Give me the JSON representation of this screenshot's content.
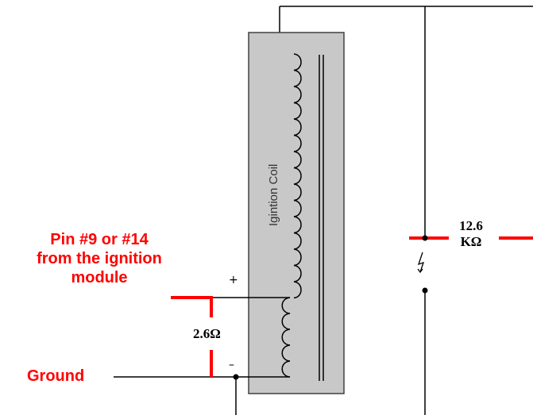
{
  "labels": {
    "pin_source": [
      "Pin #9 or #14",
      "from the ignition",
      "module"
    ],
    "ground": "Ground",
    "coil_name": "Igintion Coil",
    "primary_resistance": "2.6Ω",
    "secondary_resistance": [
      "12.6",
      "KΩ"
    ],
    "plus_sign": "+",
    "minus_sign": "–"
  },
  "colors": {
    "wire": "#000000",
    "highlight": "#ff0000",
    "coil_body": "#c8c8c8",
    "coil_border": "#404040"
  },
  "icons": {
    "winding": "coil-winding-icon",
    "spark_gap": "lightning-bolt-icon"
  }
}
